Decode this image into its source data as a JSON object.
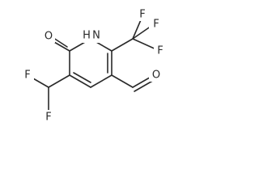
{
  "molecule": {
    "atoms": {
      "F1": "F",
      "F2": "F",
      "F3": "F",
      "F4": "F",
      "F5": "F",
      "O_carbonyl": "O",
      "O_aldehyde": "O",
      "N": "H",
      "N_H": "N"
    },
    "colors": {
      "bond": "#2a2a2a",
      "label": "#2a2a2a",
      "background": "#ffffff"
    }
  }
}
